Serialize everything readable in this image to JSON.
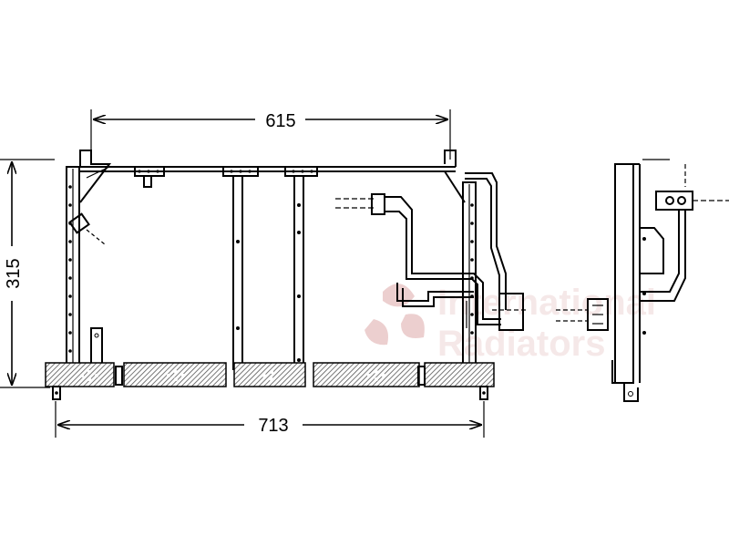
{
  "dimensions": {
    "top_width": "615",
    "bottom_width": "713",
    "height": "315"
  },
  "watermark": {
    "line1": "International",
    "line2": "Radiators",
    "logo_color": "#e8c4c4"
  }
}
